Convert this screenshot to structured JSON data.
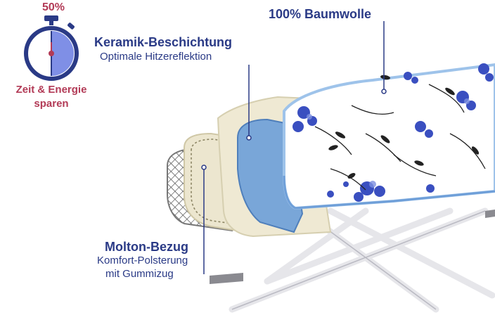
{
  "timer": {
    "percent": "50%",
    "fill_fraction": 0.5,
    "caption_line1": "Zeit & Energie",
    "caption_line2": "sparen"
  },
  "callouts": {
    "ceramic": {
      "title": "Keramik-Beschichtung",
      "subtitle": "Optimale Hitzereflektion"
    },
    "cotton": {
      "title": "100% Baumwolle"
    },
    "molton": {
      "title": "Molton-Bezug",
      "line1": "Komfort-Polsterung",
      "line2": "mit Gummizug"
    }
  },
  "colors": {
    "navy": "#2a3a86",
    "accent_red": "#b23a56",
    "timer_fill": "#7f8fe6",
    "ceramic_blue": "#79a6d8",
    "felt_beige": "#ece6cf",
    "flower_blue": "#3a4fc0"
  }
}
